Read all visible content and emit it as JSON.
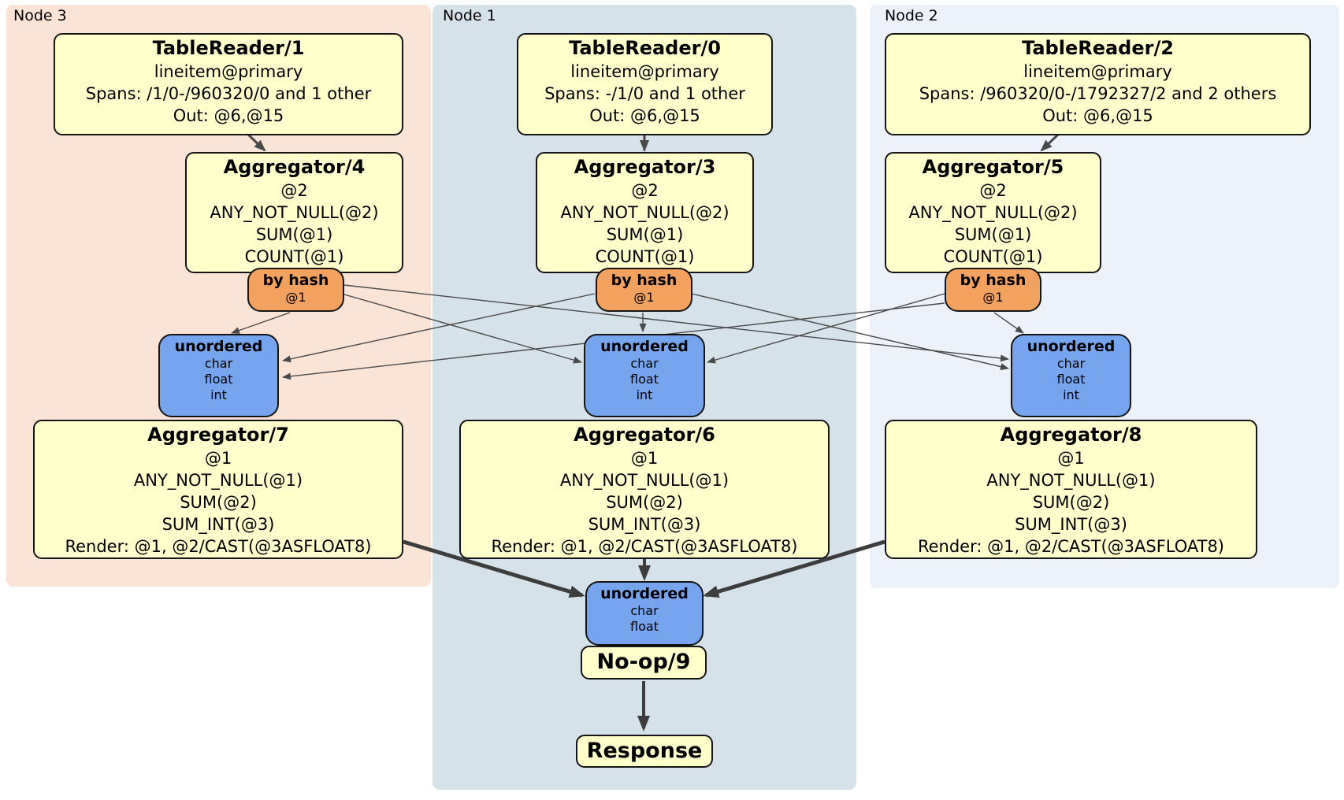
{
  "nodes": [
    {
      "label": "Node 3",
      "table_reader": {
        "title": "TableReader/1",
        "lines": [
          "lineitem@primary",
          "Spans: /1/0-/960320/0 and 1 other",
          "Out: @6,@15"
        ]
      },
      "group_aggregator": {
        "title": "Aggregator/4",
        "lines": [
          "@2",
          "ANY_NOT_NULL(@2)",
          "SUM(@1)",
          "COUNT(@1)"
        ]
      },
      "hash_router": {
        "title": "by hash",
        "detail": "@1"
      },
      "unordered_sync": {
        "title": "unordered",
        "lines": [
          "char",
          "float",
          "int"
        ]
      },
      "final_aggregator": {
        "title": "Aggregator/7",
        "lines": [
          "@1",
          "ANY_NOT_NULL(@1)",
          "SUM(@2)",
          "SUM_INT(@3)",
          "Render: @1, @2/CAST(@3ASFLOAT8)"
        ]
      }
    },
    {
      "label": "Node 1",
      "table_reader": {
        "title": "TableReader/0",
        "lines": [
          "lineitem@primary",
          "Spans: -/1/0 and 1 other",
          "Out: @6,@15"
        ]
      },
      "group_aggregator": {
        "title": "Aggregator/3",
        "lines": [
          "@2",
          "ANY_NOT_NULL(@2)",
          "SUM(@1)",
          "COUNT(@1)"
        ]
      },
      "hash_router": {
        "title": "by hash",
        "detail": "@1"
      },
      "unordered_sync": {
        "title": "unordered",
        "lines": [
          "char",
          "float",
          "int"
        ]
      },
      "final_aggregator": {
        "title": "Aggregator/6",
        "lines": [
          "@1",
          "ANY_NOT_NULL(@1)",
          "SUM(@2)",
          "SUM_INT(@3)",
          "Render: @1, @2/CAST(@3ASFLOAT8)"
        ]
      }
    },
    {
      "label": "Node 2",
      "table_reader": {
        "title": "TableReader/2",
        "lines": [
          "lineitem@primary",
          "Spans: /960320/0-/1792327/2 and 2 others",
          "Out: @6,@15"
        ]
      },
      "group_aggregator": {
        "title": "Aggregator/5",
        "lines": [
          "@2",
          "ANY_NOT_NULL(@2)",
          "SUM(@1)",
          "COUNT(@1)"
        ]
      },
      "hash_router": {
        "title": "by hash",
        "detail": "@1"
      },
      "unordered_sync": {
        "title": "unordered",
        "lines": [
          "char",
          "float",
          "int"
        ]
      },
      "final_aggregator": {
        "title": "Aggregator/8",
        "lines": [
          "@1",
          "ANY_NOT_NULL(@1)",
          "SUM(@2)",
          "SUM_INT(@3)",
          "Render: @1, @2/CAST(@3ASFLOAT8)"
        ]
      }
    }
  ],
  "output": {
    "unordered_sync": {
      "title": "unordered",
      "lines": [
        "char",
        "float"
      ]
    },
    "noop": {
      "title": "No-op/9"
    },
    "response": {
      "title": "Response"
    }
  },
  "colors": {
    "node3_bg": "#FBE4D5",
    "node1_bg": "#D6E2E9",
    "node2_bg": "#EDF1F9",
    "processor_box_bg": "#FFFFCC",
    "hash_router_bg": "#F3A15F",
    "unordered_sync_bg": "#77A4EF",
    "edge": "#404040"
  }
}
